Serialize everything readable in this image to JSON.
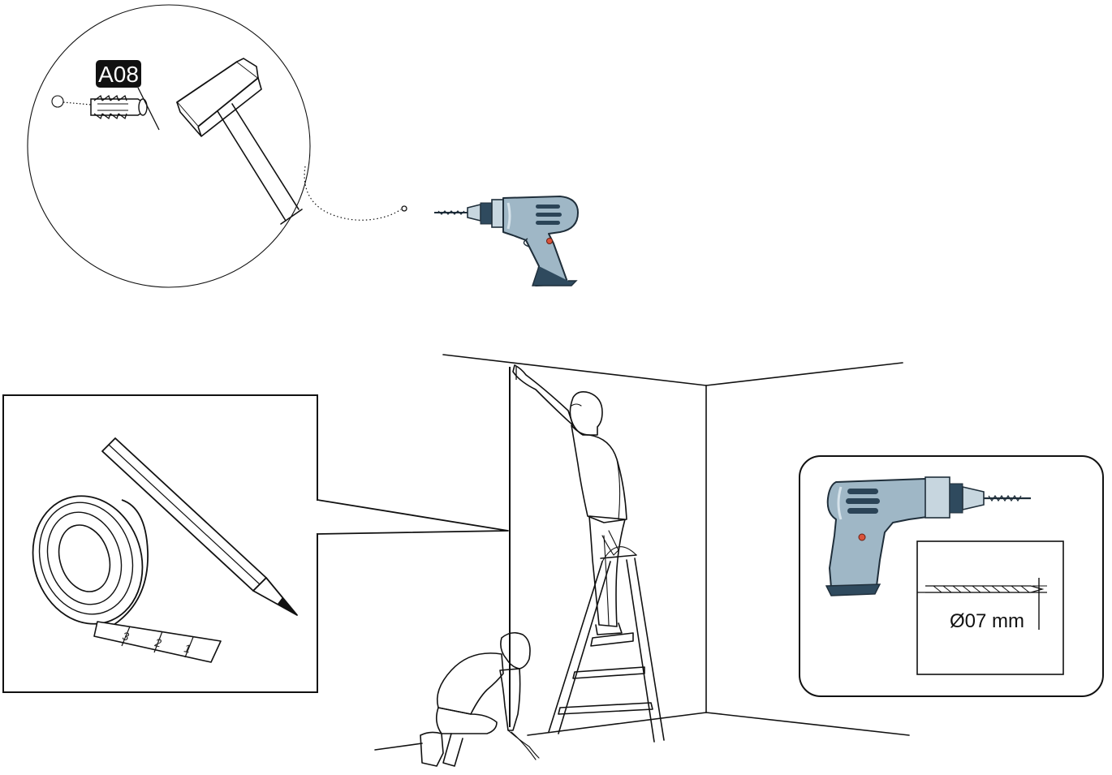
{
  "part_label": "A08",
  "tape_numbers": [
    "3",
    "2",
    "1"
  ],
  "drill_bit_dimension": "Ø07 mm",
  "colors": {
    "drill_body": "#9fb7c6",
    "drill_accent": "#2f4a5e",
    "trigger_button": "#d9533b",
    "label_background": "#111111"
  }
}
